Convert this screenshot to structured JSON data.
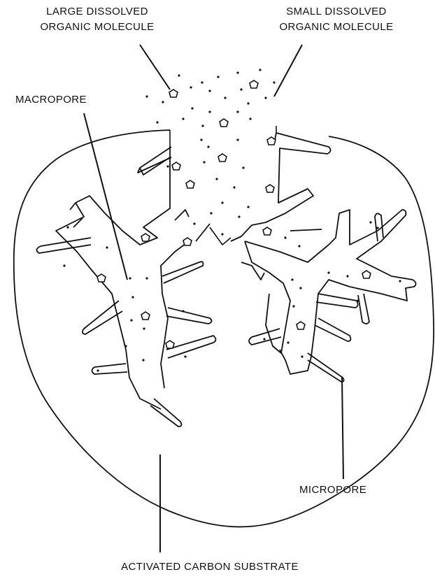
{
  "labels": {
    "large_molecule": [
      "LARGE DISSOLVED",
      "ORGANIC MOLECULE"
    ],
    "small_molecule": [
      "SMALL DISSOLVED",
      "ORGANIC MOLECULE"
    ],
    "macropore": "MACROPORE",
    "micropore": "MICROPORE",
    "substrate": "ACTIVATED CARBON SUBSTRATE"
  },
  "colors": {
    "ink": "#111111",
    "background": "#ffffff"
  }
}
